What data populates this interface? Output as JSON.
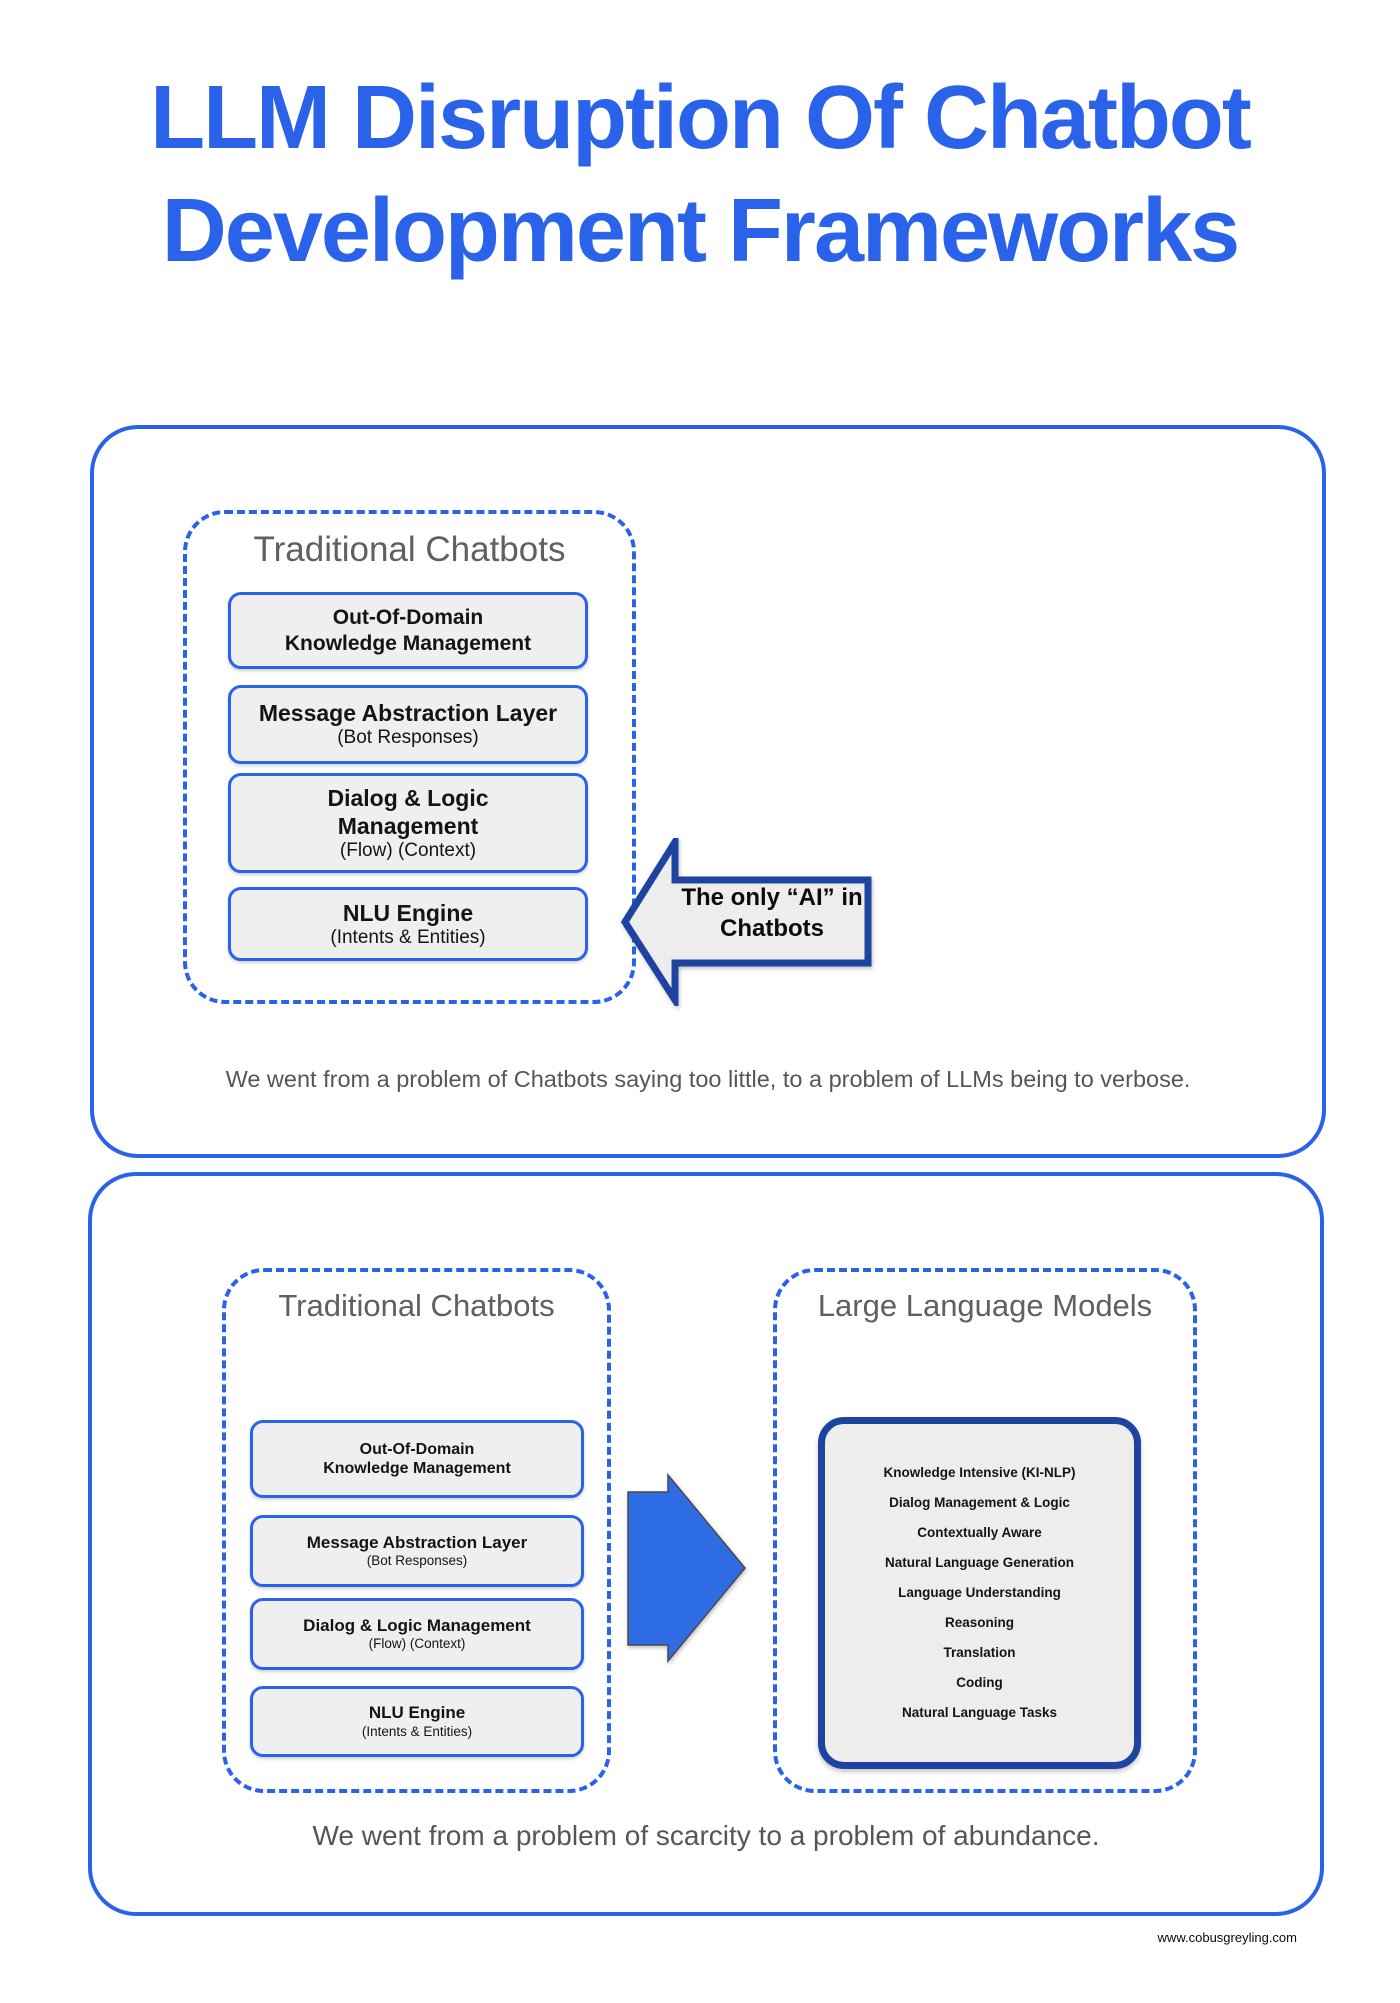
{
  "page": {
    "title_line1": "LLM Disruption Of Chatbot",
    "title_line2": "Development Frameworks",
    "watermark": "www.cobusgreyling.com"
  },
  "colors": {
    "accent_blue": "#2a63e9",
    "navy_border": "#1d45a0",
    "arrow_fill_blue": "#2e6ce4",
    "box_fill_gray": "#efefef",
    "heading_gray": "#5d6064"
  },
  "top_section": {
    "group_title": "Traditional Chatbots",
    "boxes": [
      {
        "line1": "Out-Of-Domain",
        "line2": "Knowledge Management"
      },
      {
        "line1": "Message Abstraction Layer",
        "line2": "(Bot Responses)"
      },
      {
        "line1": "Dialog & Logic Management",
        "line2": "(Flow) (Context)"
      },
      {
        "line1": "NLU Engine",
        "line2": "(Intents & Entities)"
      }
    ],
    "arrow_label_line1": "The only “AI” in",
    "arrow_label_line2": "Chatbots",
    "caption": "We went from a problem of Chatbots saying too little, to a problem of LLMs being to verbose."
  },
  "bottom_section": {
    "left_group_title": "Traditional Chatbots",
    "left_boxes": [
      {
        "line1": "Out-Of-Domain",
        "line2": "Knowledge Management"
      },
      {
        "line1": "Message Abstraction Layer",
        "line2": "(Bot Responses)"
      },
      {
        "line1": "Dialog & Logic Management",
        "line2": "(Flow) (Context)"
      },
      {
        "line1": "NLU Engine",
        "line2": "(Intents & Entities)"
      }
    ],
    "right_group_title": "Large Language Models",
    "llm_items": [
      "Knowledge Intensive (KI-NLP)",
      "Dialog Management & Logic",
      "Contextually Aware",
      "Natural Language Generation",
      "Language Understanding",
      "Reasoning",
      "Translation",
      "Coding",
      "Natural Language Tasks"
    ],
    "caption": "We went from a problem of scarcity to a problem of abundance."
  }
}
